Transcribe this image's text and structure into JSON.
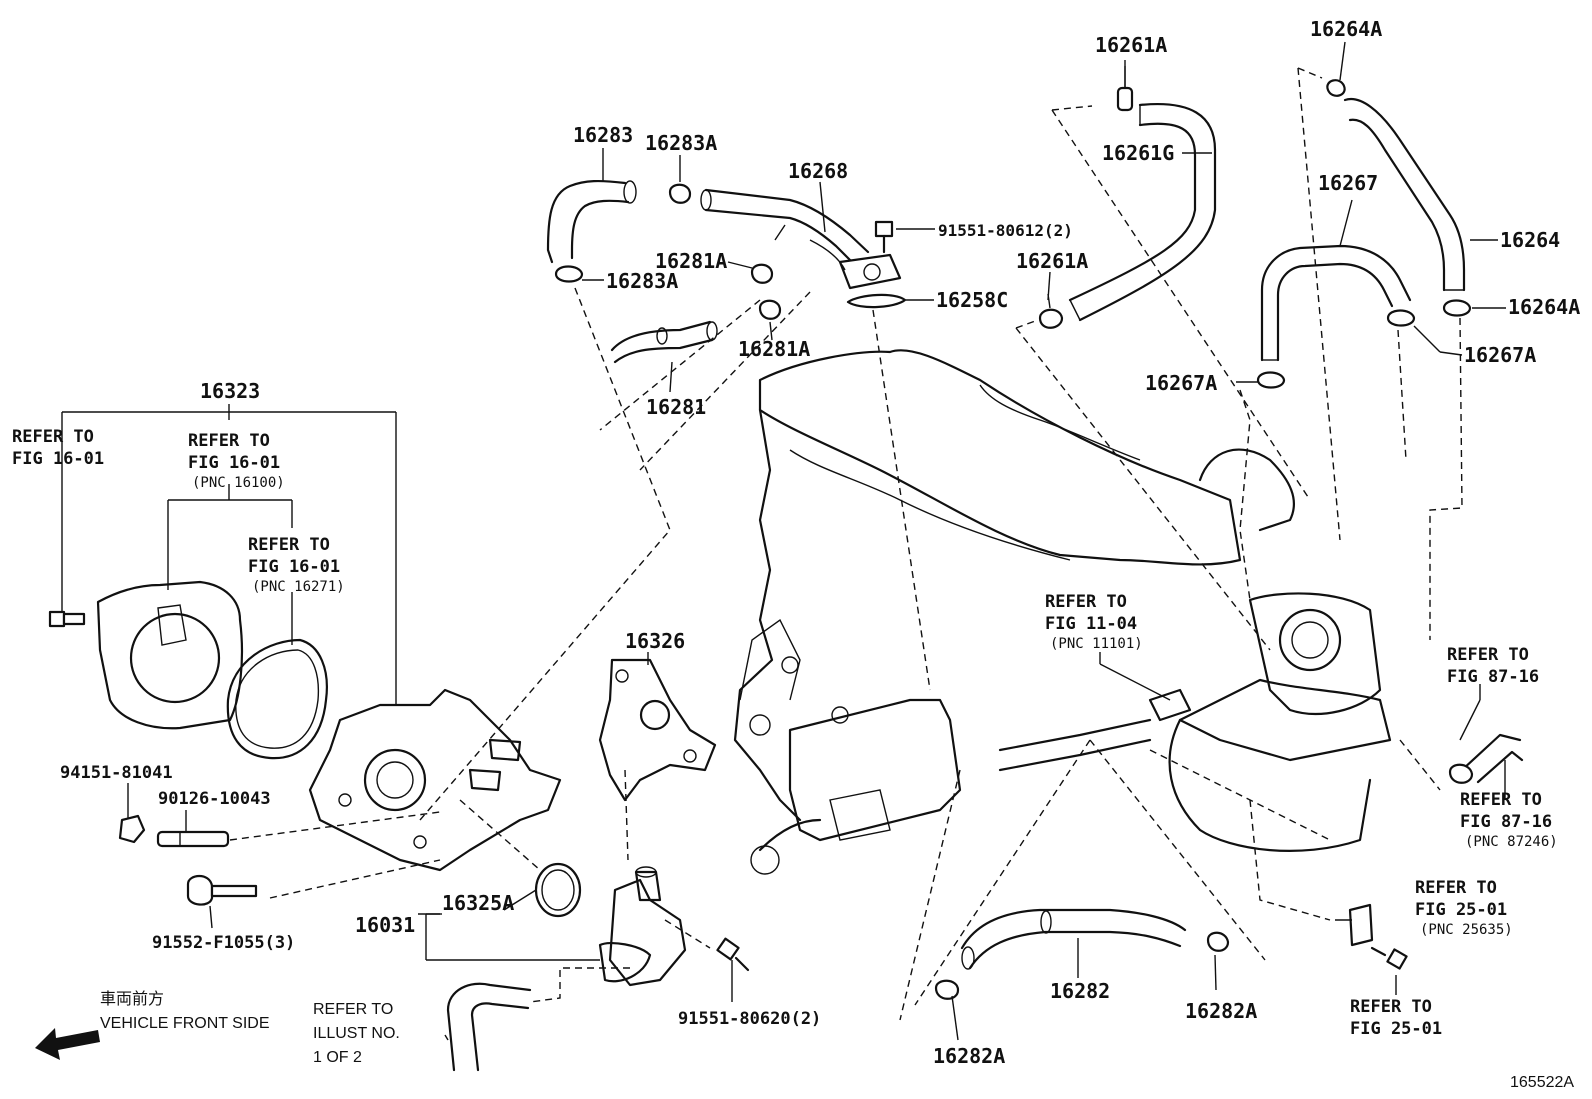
{
  "parts": {
    "p16261A_top": "16261A",
    "p16264A_top": "16264A",
    "p16283": "16283",
    "p16283A_top": "16283A",
    "p16268": "16268",
    "p16261G": "16261G",
    "p91551_80612": "91551-80612(2)",
    "p16267": "16267",
    "p16264": "16264",
    "p16281A_top": "16281A",
    "p16261A_mid": "16261A",
    "p16283A_bot": "16283A",
    "p16258C": "16258C",
    "p16264A_bot": "16264A",
    "p16281A_bot": "16281A",
    "p16267A_right": "16267A",
    "p16267A_left": "16267A",
    "p16281": "16281",
    "p16323": "16323",
    "p16326": "16326",
    "p94151_81041": "94151-81041",
    "p90126_10043": "90126-10043",
    "p16325A": "16325A",
    "p16031": "16031",
    "p91552_F1055": "91552-F1055(3)",
    "p91551_80620": "91551-80620(2)",
    "p16282": "16282",
    "p16282A_right": "16282A",
    "p16282A_left": "16282A"
  },
  "refs": {
    "r1": {
      "line1": "REFER TO",
      "line2": "FIG 16-01",
      "pnc": ""
    },
    "r2": {
      "line1": "REFER TO",
      "line2": "FIG 16-01",
      "pnc": "(PNC 16100)"
    },
    "r3": {
      "line1": "REFER TO",
      "line2": "FIG 16-01",
      "pnc": "(PNC 16271)"
    },
    "r4": {
      "line1": "REFER TO",
      "line2": "FIG 11-04",
      "pnc": "(PNC 11101)"
    },
    "r5": {
      "line1": "REFER TO",
      "line2": "FIG 87-16",
      "pnc": ""
    },
    "r6": {
      "line1": "REFER TO",
      "line2": "FIG 87-16",
      "pnc": "(PNC 87246)"
    },
    "r7": {
      "line1": "REFER TO",
      "line2": "FIG 25-01",
      "pnc": "(PNC 25635)"
    },
    "r8": {
      "line1": "REFER TO",
      "line2": "FIG 25-01",
      "pnc": ""
    }
  },
  "illust_ref": {
    "line1": "REFER TO",
    "line2": "ILLUST NO.",
    "line3": "1 OF 2"
  },
  "front": {
    "jp": "車両前方",
    "en": "VEHICLE FRONT SIDE"
  },
  "diagram_id": "165522A"
}
